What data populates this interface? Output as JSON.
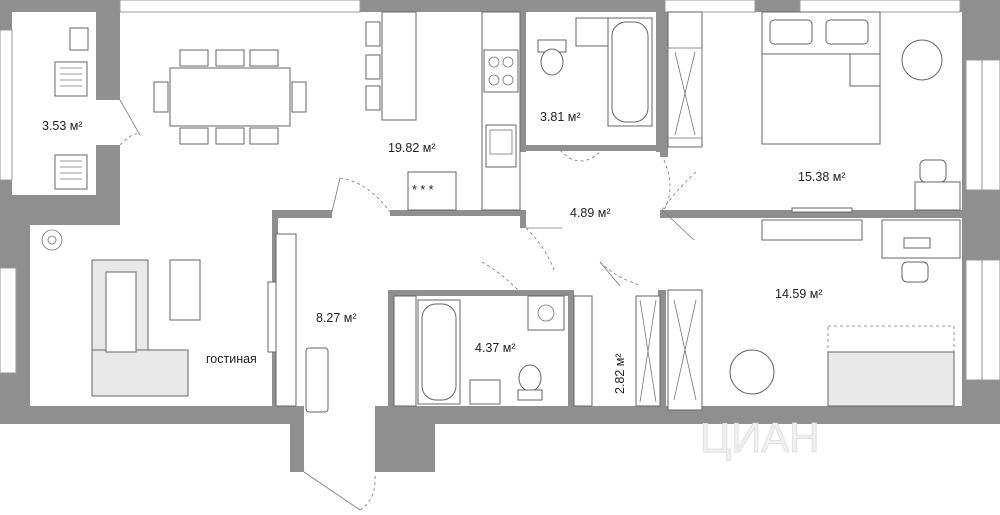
{
  "rooms": {
    "balcony": "3.53 м²",
    "kitchen": "19.82 м²",
    "bathroom_top": "3.81 м²",
    "bedroom_top": "15.38 м²",
    "hall": "4.89 м²",
    "corridor": "8.27 м²",
    "bathroom_bottom": "4.37 м²",
    "wardrobe": "2.82 м²",
    "bedroom_bottom": "14.59 м²"
  },
  "living_room_label": "гостиная",
  "watermark": "ЦИАН",
  "colors": {
    "wall": "#8f8f8f",
    "furniture_fill": "#e9e9e9",
    "wardrobe_accent": "#c0392b",
    "text": "#222222"
  },
  "icons": [
    "plant-icon",
    "armchair-icon",
    "chair-icon",
    "sink-icon",
    "toilet-icon",
    "bathtub-icon",
    "stove-icon",
    "washer-icon",
    "monitor-icon",
    "sofa-icon",
    "bed-icon",
    "table-icon"
  ]
}
